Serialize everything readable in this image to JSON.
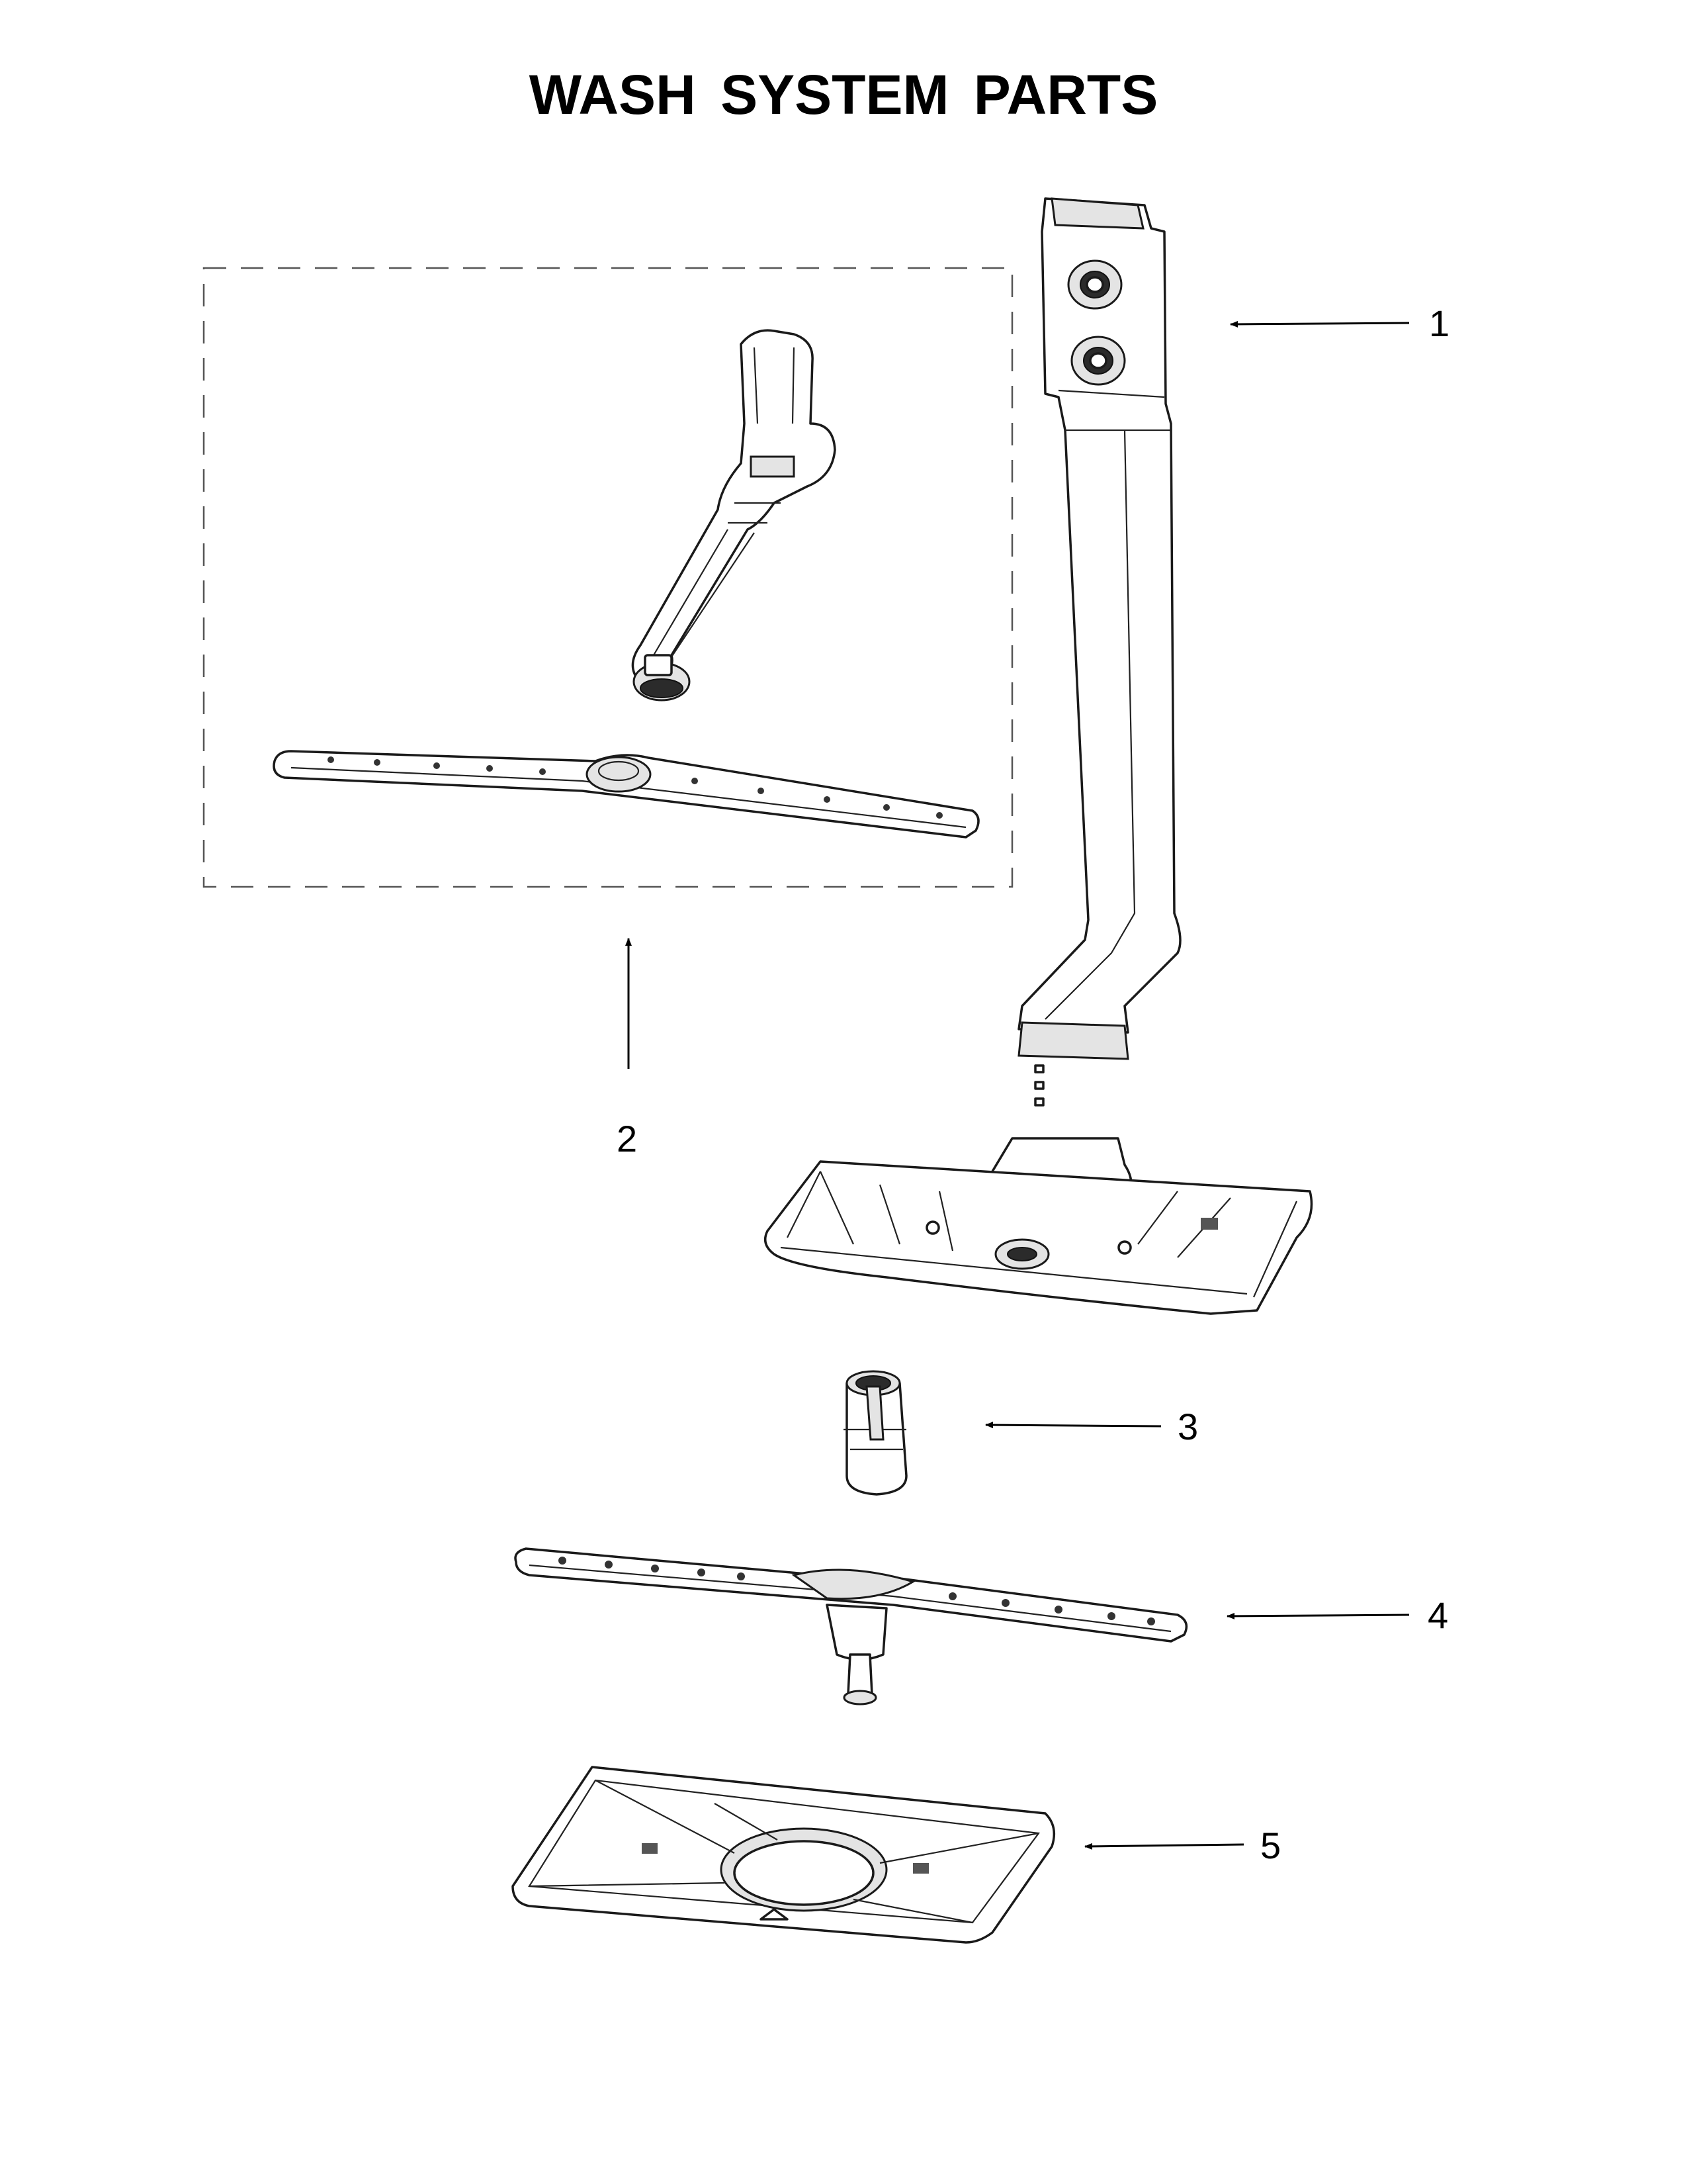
{
  "title": "WASH SYSTEM PARTS",
  "callouts": [
    {
      "id": "1",
      "label": "1"
    },
    {
      "id": "2",
      "label": "2"
    },
    {
      "id": "3",
      "label": "3"
    },
    {
      "id": "4",
      "label": "4"
    },
    {
      "id": "5",
      "label": "5"
    }
  ],
  "colors": {
    "line": "#1a1a1a",
    "fill": "#ffffff",
    "shade": "#e4e4e4"
  }
}
